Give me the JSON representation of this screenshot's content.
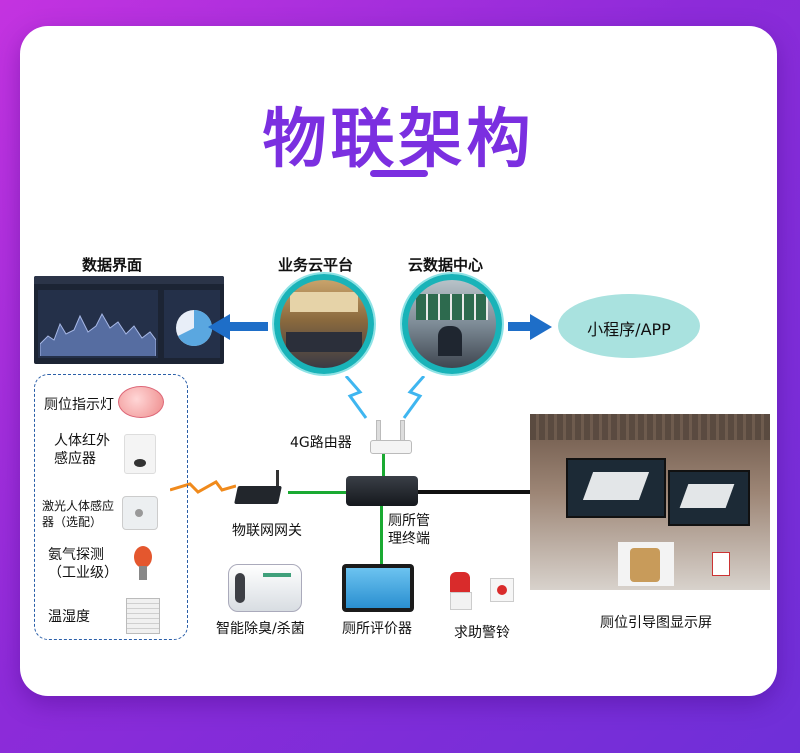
{
  "title": "物联架构",
  "labels": {
    "data_ui": "数据界面",
    "biz_cloud": "业务云平台",
    "cloud_dc": "云数据中心",
    "mini_app": "小程序/APP",
    "router": "4G路由器",
    "gateway": "物联网网关",
    "terminal_line1": "厕所管",
    "terminal_line2": "理终端",
    "deodorize": "智能除臭/杀菌",
    "evaluator": "厕所评价器",
    "alarm": "求助警铃",
    "display": "厕位引导图显示屏"
  },
  "sensors": [
    {
      "label": "厕位指示灯"
    },
    {
      "label": "人体红外\n感应器"
    },
    {
      "label": "激光人体感应\n器（选配）"
    },
    {
      "label": "氨气探测\n（工业级）"
    },
    {
      "label": "温湿度"
    }
  ],
  "colors": {
    "accent": "#7b2fe0",
    "teal": "#19b3b8",
    "arrow": "#1e6ec8",
    "green_line": "#1aaa32"
  },
  "icons": [
    "wifi-signal-icon",
    "lightning-icon",
    "indicator-light-icon",
    "pir-sensor-icon",
    "laser-sensor-icon",
    "gas-detector-icon",
    "humidity-sensor-icon"
  ]
}
